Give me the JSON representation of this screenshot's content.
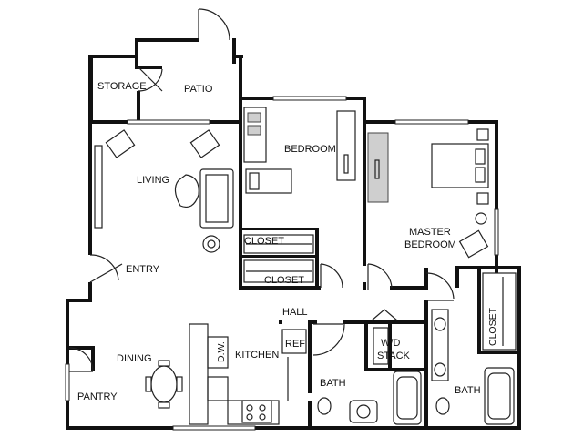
{
  "rooms": {
    "storage": "STORAGE",
    "patio": "PATIO",
    "bedroom": "BEDROOM",
    "living": "LIVING",
    "master_bedroom_line1": "MASTER",
    "master_bedroom_line2": "BEDROOM",
    "closet_bedroom_1": "CLOSET",
    "closet_bedroom_2": "CLOSET",
    "closet_master": "CLOSET",
    "entry": "ENTRY",
    "hall": "HALL",
    "dining": "DINING",
    "kitchen": "KITCHEN",
    "ref": "REF",
    "dw": "D.W.",
    "wd_line1": "W/D",
    "wd_line2": "STACK",
    "bath_main": "BATH",
    "bath_master": "BATH",
    "pantry": "PANTRY"
  }
}
